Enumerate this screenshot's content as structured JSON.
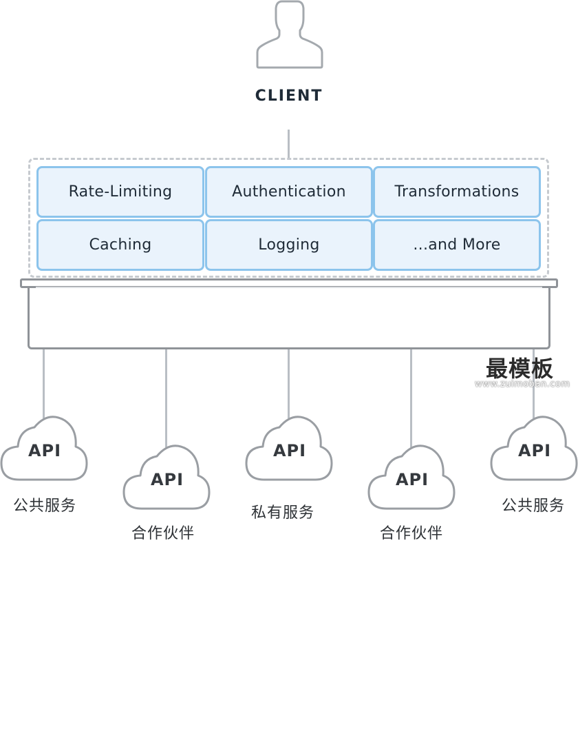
{
  "client": {
    "label": "CLIENT",
    "icon": "user-silhouette-icon"
  },
  "plugins": [
    {
      "label": "Rate-Limiting"
    },
    {
      "label": "Authentication"
    },
    {
      "label": "Transformations"
    },
    {
      "label": "Caching"
    },
    {
      "label": "Logging"
    },
    {
      "label": "...and More"
    }
  ],
  "apis": [
    {
      "label": "API",
      "service": "公共服务"
    },
    {
      "label": "API",
      "service": "合作伙伴"
    },
    {
      "label": "API",
      "service": "私有服务"
    },
    {
      "label": "API",
      "service": "合作伙伴"
    },
    {
      "label": "API",
      "service": "公共服务"
    }
  ],
  "watermark": {
    "title": "最模板",
    "url": "www.zuimoban.com"
  },
  "colors": {
    "plugin_fill": "#eaf3fc",
    "plugin_border": "#8cc4ec",
    "gateway_border": "#8f9398",
    "connector": "#b9bec4",
    "text": "#1f2b37"
  }
}
